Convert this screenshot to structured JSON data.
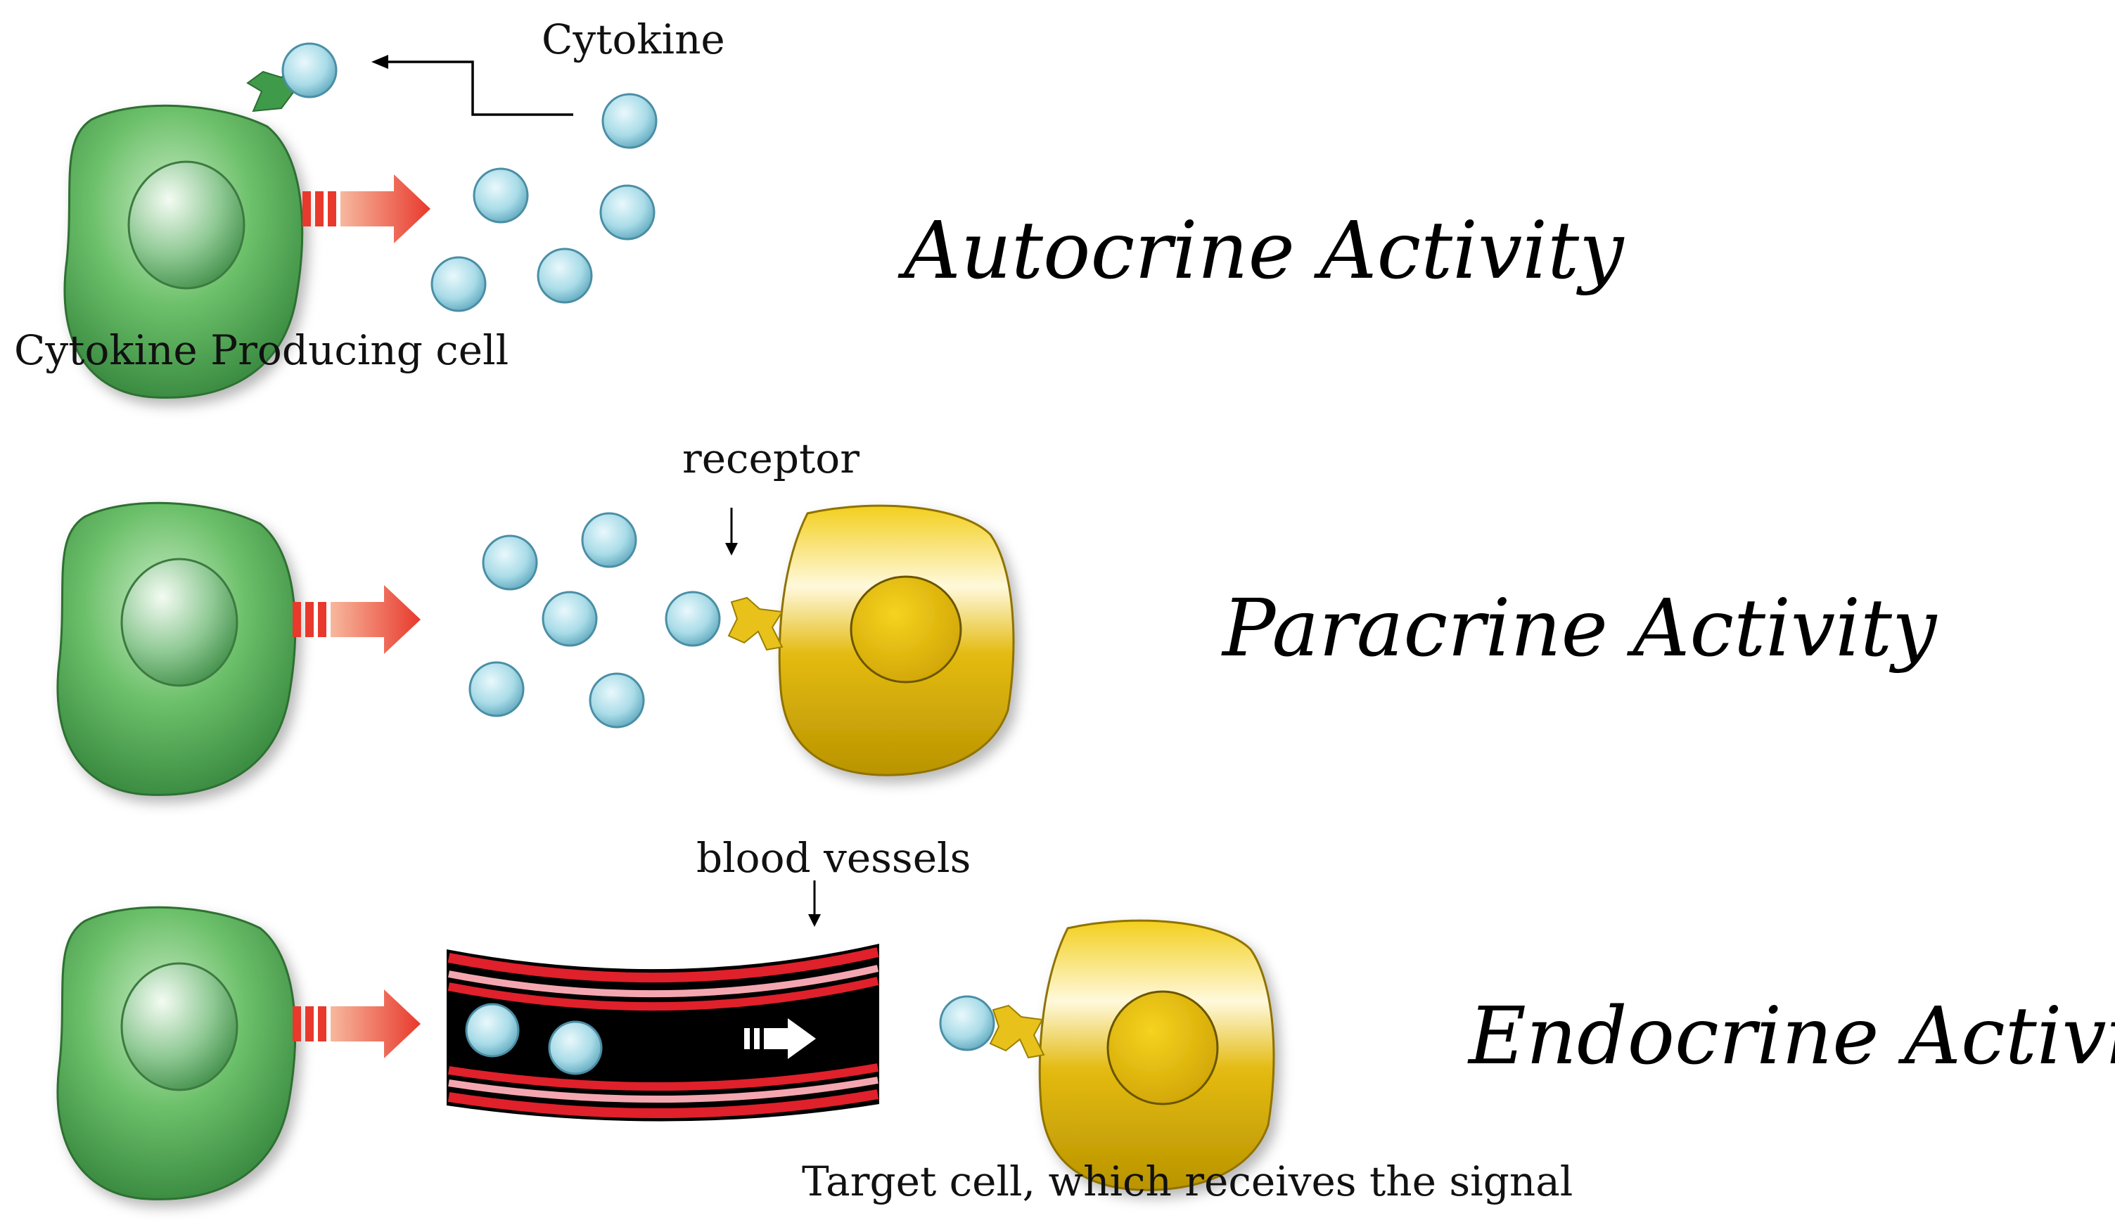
{
  "labels": {
    "cytokine": "Cytokine",
    "producing_cell": "Cytokine Producing cell",
    "receptor": "receptor",
    "blood_vessels": "blood vessels",
    "target_cell": "Target cell, which receives the signal"
  },
  "titles": {
    "autocrine": "Autocrine Activity",
    "paracrine": "Paracrine Activity",
    "endocrine": "Endocrine Activity"
  },
  "colors": {
    "producing_cell": "#3f9a4a",
    "target_cell": "#e8c21a",
    "cytokine": "#a9dce8",
    "arrow": "#e8392c",
    "vessel_wall": "#e0202a",
    "vessel_inner": "#000000"
  }
}
